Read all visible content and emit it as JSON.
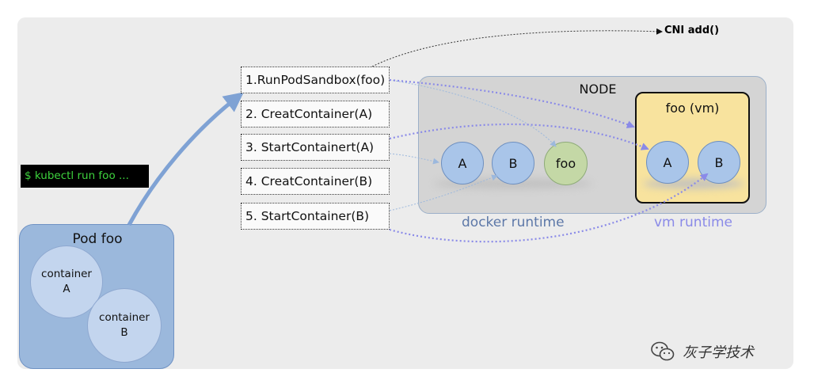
{
  "pod": {
    "title": "Pod foo",
    "containers": [
      {
        "line1": "container",
        "line2": "A"
      },
      {
        "line1": "container",
        "line2": "B"
      }
    ]
  },
  "command": "$ kubectl run foo ...",
  "steps": [
    "1.RunPodSandbox(foo)",
    "2. CreatContainer(A)",
    "3. StartContainert(A)",
    "4. CreatContainer(B)",
    "5. StartContainer(B)"
  ],
  "cni_label": "CNI add()",
  "node": {
    "title": "NODE",
    "docker_runtime": {
      "label": "docker runtime",
      "containers": [
        "A",
        "B",
        "foo"
      ]
    },
    "vm_runtime": {
      "label": "vm runtime",
      "pod_title": "foo (vm)",
      "containers": [
        "A",
        "B"
      ]
    }
  },
  "watermark": {
    "text": "灰子学技术",
    "icon": "wechat-icon"
  },
  "colors": {
    "background": "#ececec",
    "pod_fill": "#9bb8dc",
    "vm_fill": "#f8e39e",
    "docker_label": "#5d78a8",
    "vm_label": "#8a8ae8",
    "terminal_text": "#3ed33e",
    "flow_arrow": "#7fa2d4"
  }
}
